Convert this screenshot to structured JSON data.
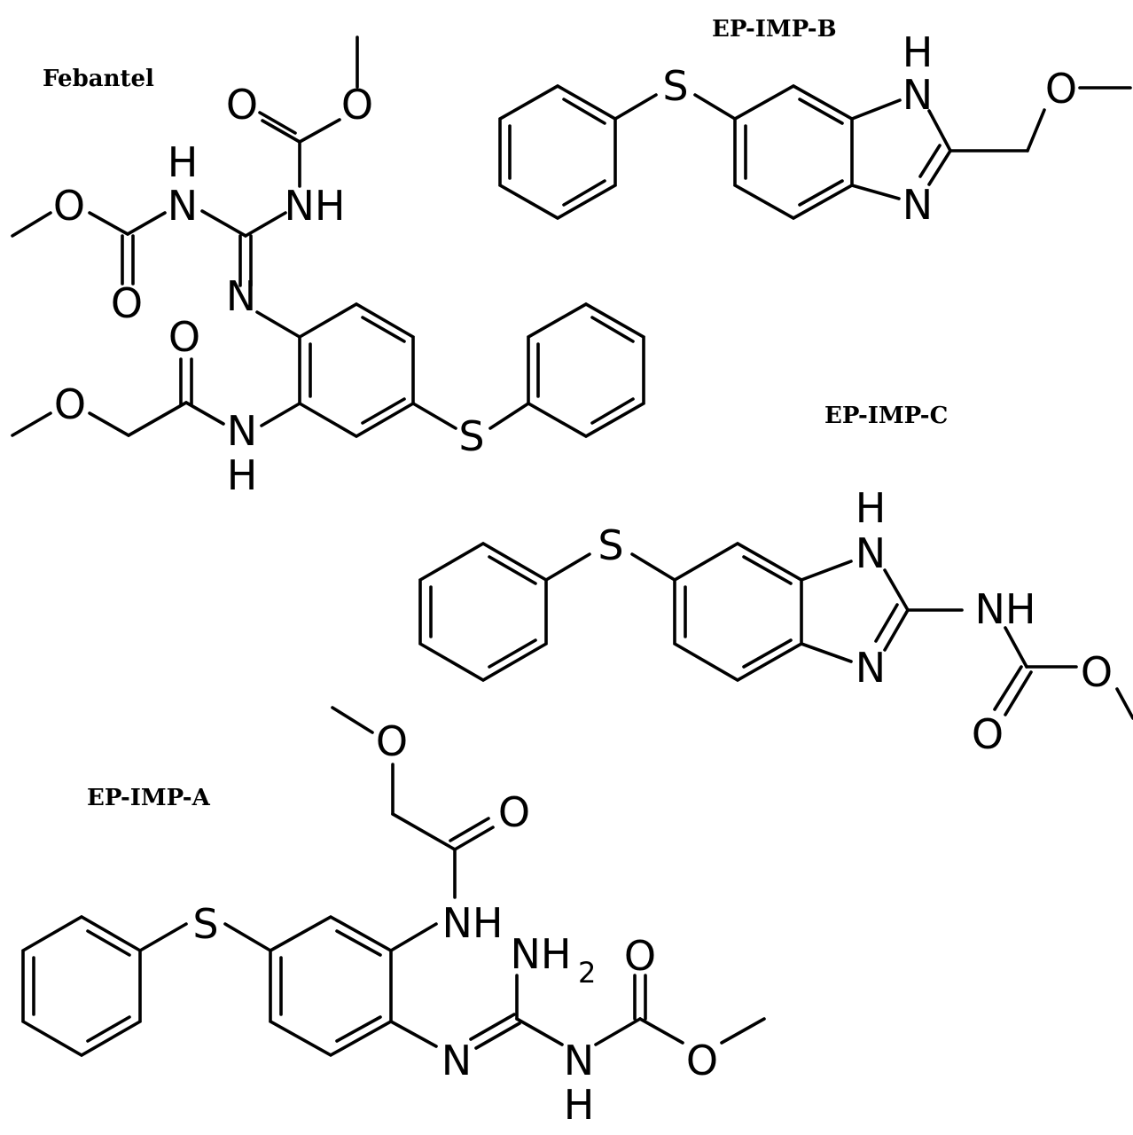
{
  "compounds": {
    "febantel": {
      "name": "Febantel"
    },
    "imp_b": {
      "name": "EP-IMP-B"
    },
    "imp_c": {
      "name": "EP-IMP-C"
    },
    "imp_a": {
      "name": "EP-IMP-A"
    }
  },
  "atoms": {
    "S": "S",
    "O": "O",
    "N": "N",
    "H": "H",
    "NH": "NH",
    "NH2": "NH",
    "sub2": "2"
  }
}
